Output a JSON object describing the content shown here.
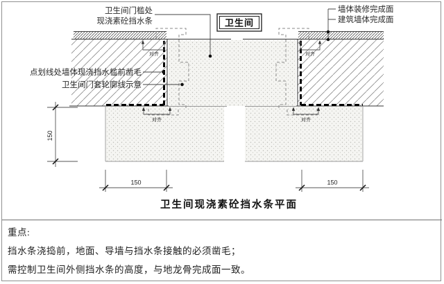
{
  "drawing": {
    "top_left_label": {
      "line1": "卫生间门槛处",
      "line2": "现浇素砼挡水条"
    },
    "room_tag": "卫生间",
    "top_right_label": {
      "line1": "墙体装修完成面",
      "line2": "建筑墙体完成面"
    },
    "mid_left_label": {
      "line1": "点划线处墙体现浇挡水槛前凿毛",
      "line2": "卫生间门套轮廓线示意"
    },
    "align_tag": "对齐",
    "dimensions": {
      "bottom_left": "150",
      "bottom_right": "150",
      "side_vertical": "150"
    },
    "title": "卫生间现浇素砼挡水条平面"
  },
  "notes": {
    "heading": "重点:",
    "items": [
      "挡水条浇捣前，地面、导墙与挡水条接触的必须凿毛；",
      "需控制卫生间外侧挡水条的高度，与地龙骨完成面一致。"
    ]
  },
  "colors": {
    "line": "#333333",
    "heavy_dash": "#000000",
    "stipple_bg": "#f5f5f2",
    "frame": "#8f8f8f"
  }
}
